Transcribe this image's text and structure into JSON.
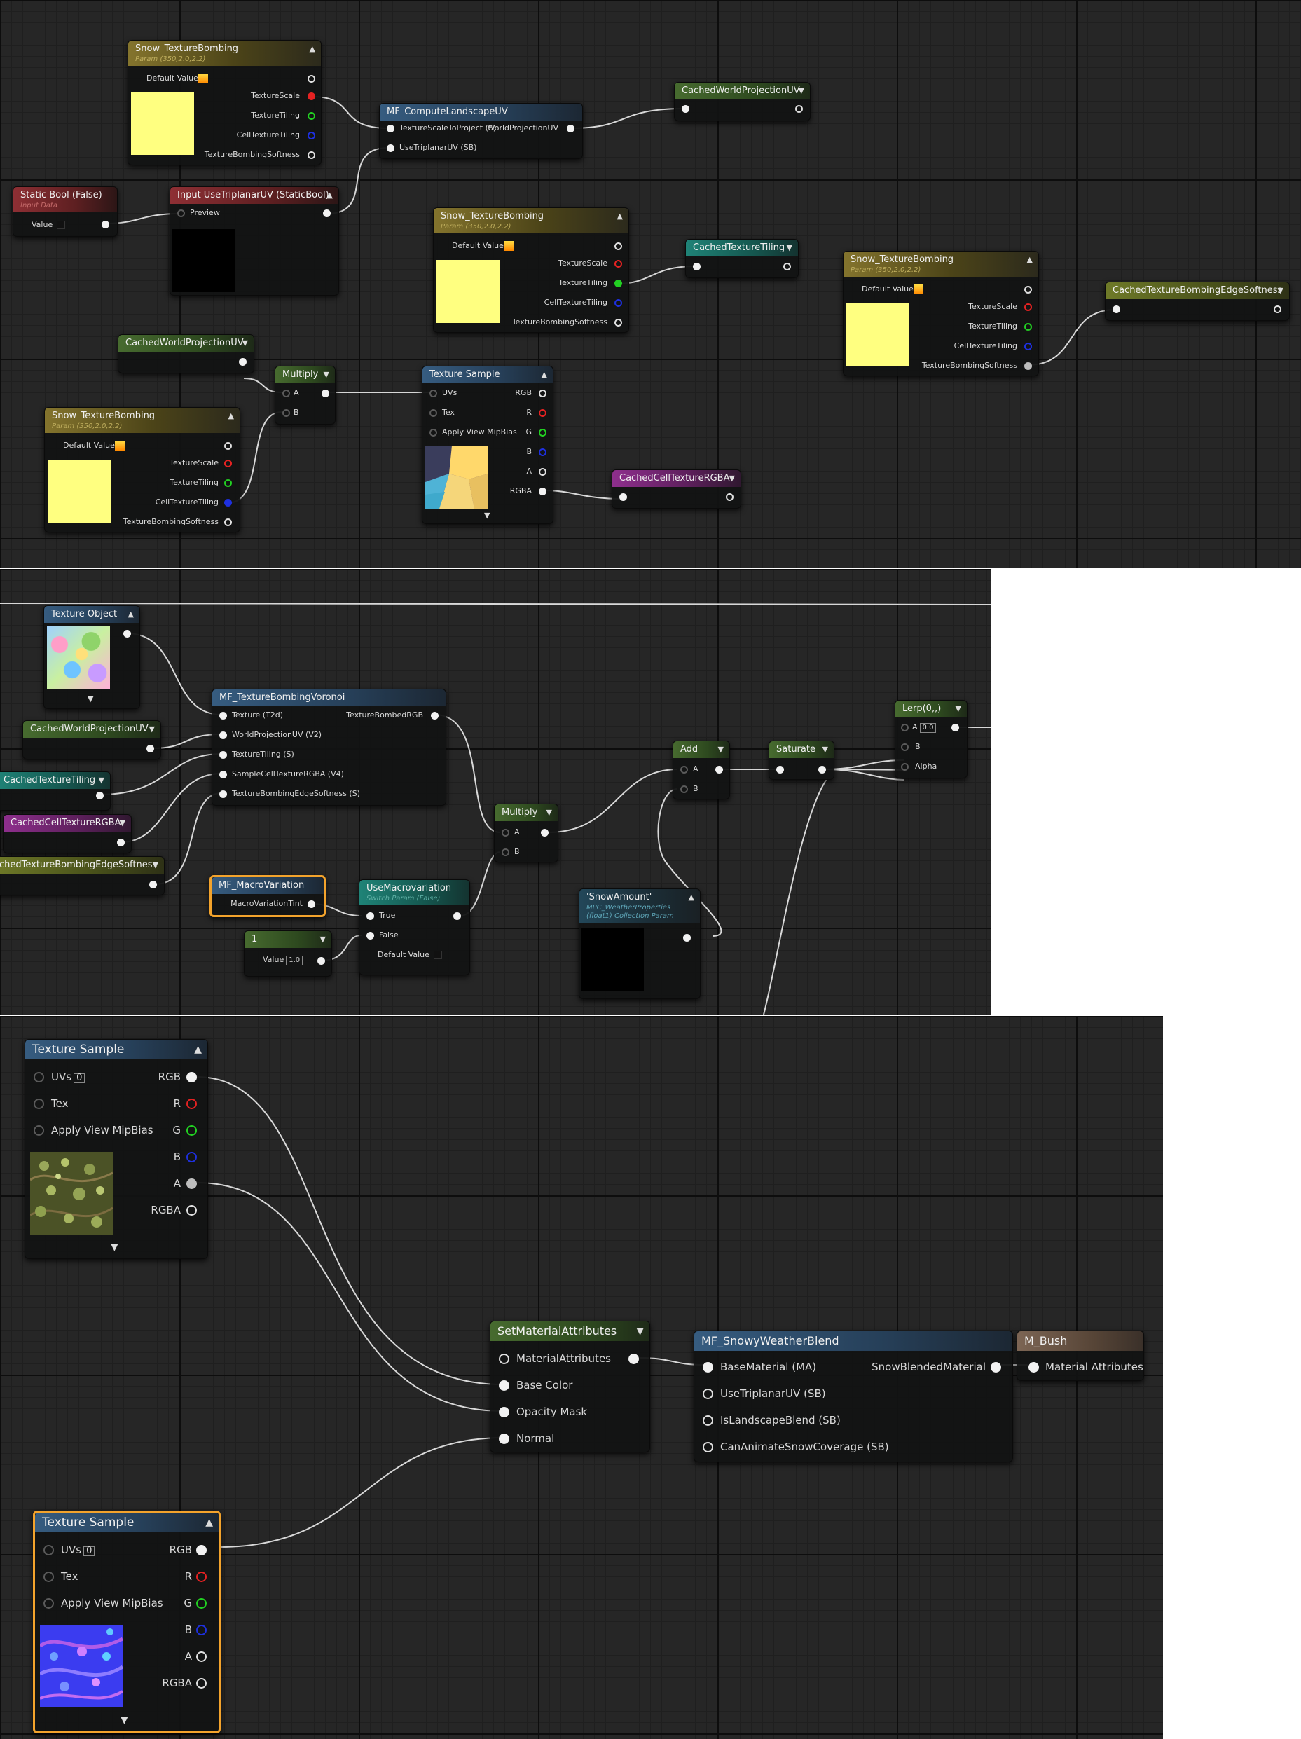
{
  "nodes": {
    "stb1": {
      "title": "Snow_TextureBombing",
      "subtitle": "Param (350,2.0,2.2)",
      "default": "Default Value",
      "pins": [
        "TextureScale",
        "TextureTiling",
        "CellTextureTiling",
        "TextureBombingSoftness"
      ]
    },
    "mfcl": {
      "title": "MF_ComputeLandscapeUV",
      "in1": "TextureScaleToProject (S)",
      "in2": "UseTriplanarUV (SB)",
      "out": "WorldProjectionUV"
    },
    "cwp1": {
      "title": "CachedWorldProjectionUV"
    },
    "sbool": {
      "title": "Static Bool (False)",
      "subtitle": "Input Data",
      "value": "Value"
    },
    "iuv": {
      "title": "Input UseTriplanarUV (StaticBool)",
      "preview": "Preview"
    },
    "stb2": {
      "title": "Snow_TextureBombing",
      "subtitle": "Param (350,2.0,2.2)",
      "default": "Default Value",
      "pins": [
        "TextureScale",
        "TextureTiling",
        "CellTextureTiling",
        "TextureBombingSoftness"
      ]
    },
    "ctt1": {
      "title": "CachedTextureTiling"
    },
    "stb3": {
      "title": "Snow_TextureBombing",
      "subtitle": "Param (350,2.0,2.2)",
      "default": "Default Value",
      "pins": [
        "TextureScale",
        "TextureTiling",
        "CellTextureTiling",
        "TextureBombingSoftness"
      ]
    },
    "ctbes1": {
      "title": "CachedTextureBombingEdgeSoftness"
    },
    "cwp2": {
      "title": "CachedWorldProjectionUV"
    },
    "mul1": {
      "title": "Multiply",
      "a": "A",
      "b": "B"
    },
    "ts1": {
      "title": "Texture Sample",
      "ins": [
        "UVs",
        "Tex",
        "Apply View MipBias"
      ],
      "outs": [
        "RGB",
        "R",
        "G",
        "B",
        "A",
        "RGBA"
      ]
    },
    "stb4": {
      "title": "Snow_TextureBombing",
      "subtitle": "Param (350,2.0,2.2)",
      "default": "Default Value",
      "pins": [
        "TextureScale",
        "TextureTiling",
        "CellTextureTiling",
        "TextureBombingSoftness"
      ]
    },
    "cct1": {
      "title": "CachedCellTextureRGBA"
    },
    "tobj": {
      "title": "Texture Object"
    },
    "mftbv": {
      "title": "MF_TextureBombingVoronoi",
      "ins": [
        "Texture (T2d)",
        "WorldProjectionUV (V2)",
        "TextureTiling (S)",
        "SampleCellTextureRGBA (V4)",
        "TextureBombingEdgeSoftness (S)"
      ],
      "out": "TextureBombedRGB"
    },
    "cwp3": {
      "title": "CachedWorldProjectionUV"
    },
    "ctt2": {
      "title": "CachedTextureTiling"
    },
    "cct2": {
      "title": "CachedCellTextureRGBA"
    },
    "ctbes2": {
      "title": "chedTextureBombingEdgeSoftness"
    },
    "mul2": {
      "title": "Multiply",
      "a": "A",
      "b": "B"
    },
    "add": {
      "title": "Add",
      "a": "A",
      "b": "B"
    },
    "sat": {
      "title": "Saturate"
    },
    "lerp": {
      "title": "Lerp(0,,)",
      "a": "A",
      "a_val": "0.0",
      "b": "B",
      "alpha": "Alpha"
    },
    "mfmv": {
      "title": "MF_MacroVariation",
      "out": "MacroVariationTint"
    },
    "umv": {
      "title": "UseMacrovariation",
      "subtitle": "Switch Param (False)",
      "t": "True",
      "f": "False",
      "d": "Default Value"
    },
    "const1": {
      "title": "1",
      "value": "Value",
      "num": "1.0"
    },
    "snowamt": {
      "title": "'SnowAmount'",
      "subtitle": "MPC_WeatherProperties (float1) Collection Param"
    },
    "ts2": {
      "title": "Texture Sample",
      "uv_idx": "0",
      "ins": [
        "UVs",
        "Tex",
        "Apply View MipBias"
      ],
      "outs": [
        "RGB",
        "R",
        "G",
        "B",
        "A",
        "RGBA"
      ]
    },
    "sma": {
      "title": "SetMaterialAttributes",
      "ins": [
        "MaterialAttributes",
        "Base Color",
        "Opacity Mask",
        "Normal"
      ]
    },
    "mfswb": {
      "title": "MF_SnowyWeatherBlend",
      "ins": [
        "BaseMaterial (MA)",
        "UseTriplanarUV (SB)",
        "IsLandscapeBlend (SB)",
        "CanAnimateSnowCoverage (SB)"
      ],
      "out": "SnowBlendedMaterial"
    },
    "mbush": {
      "title": "M_Bush",
      "in": "Material Attributes"
    },
    "ts3": {
      "title": "Texture Sample",
      "uv_idx": "0",
      "ins": [
        "UVs",
        "Tex",
        "Apply View MipBias"
      ],
      "outs": [
        "RGB",
        "R",
        "G",
        "B",
        "A",
        "RGBA"
      ]
    }
  },
  "colors": {
    "canvas": "#262626",
    "param_yellow": "#ffff80",
    "selection": "#f3a32c"
  }
}
